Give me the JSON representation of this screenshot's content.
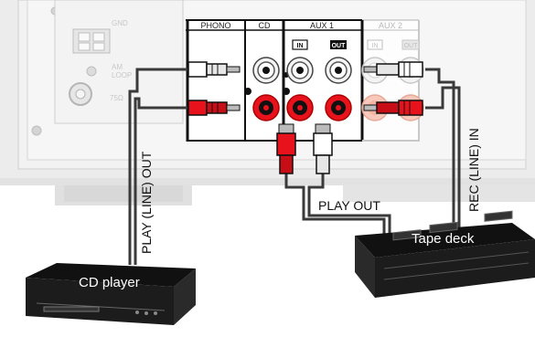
{
  "panel": {
    "gnd": "GND",
    "am_loop": "AM\nLOOP",
    "ant": "75Ω"
  },
  "jacks": {
    "phono": "PHONO",
    "cd": "CD",
    "aux1": "AUX 1",
    "aux2": "AUX 2",
    "aux1_in": "IN",
    "aux1_out": "OUT",
    "aux2_in": "IN",
    "aux2_out": "OUT"
  },
  "cables": {
    "play_line_out": "PLAY (LINE) OUT",
    "play_out": "PLAY OUT",
    "rec_line_in": "REC (LINE) IN"
  },
  "devices": {
    "cd_player": "CD player",
    "tape_deck": "Tape deck"
  }
}
